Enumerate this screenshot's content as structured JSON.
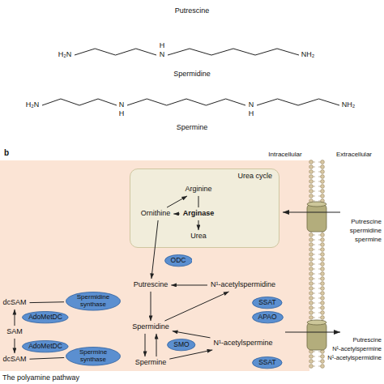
{
  "diagram": {
    "caption": "The polyamine pathway",
    "nodes": [
      {
        "text": [
          "Urea cycle"
        ]
      },
      {
        "text": [
          "Arginine"
        ],
        "in": 0
      },
      {
        "text": [
          "Ornithine"
        ],
        "in": 0
      },
      {
        "text": [
          "Arginase"
        ],
        "in": 0
      },
      {
        "text": [
          "Urea"
        ],
        "in": 0
      },
      {
        "text": [
          "ODC"
        ]
      },
      {
        "text": [
          "Putrescine"
        ]
      },
      {
        "text": [
          "N¹-acetylspermidine"
        ]
      },
      {
        "text": [
          "dcSAM"
        ]
      },
      {
        "text": [
          "Spermidine synthase"
        ]
      },
      {
        "text": [
          "SSAT"
        ]
      },
      {
        "text": [
          "APAO"
        ]
      },
      {
        "text": [
          "AdoMetDC"
        ]
      },
      {
        "text": [
          "SAM"
        ]
      },
      {
        "text": [
          "Spermidine"
        ]
      },
      {
        "text": [
          "AdoMetDC"
        ]
      },
      {
        "text": [
          "SMO"
        ]
      },
      {
        "text": [
          "N¹-acetylspermine"
        ]
      },
      {
        "text": [
          "dcSAM"
        ]
      },
      {
        "text": [
          "Spermine synthase"
        ]
      },
      {
        "text": [
          "Spermine"
        ]
      },
      {
        "text": [
          "SSAT"
        ]
      }
    ],
    "edges": [
      {
        "from": 2,
        "to": 1,
        "arrow": "to"
      },
      {
        "from": 1,
        "to": 3,
        "arrow": "none"
      },
      {
        "from": 3,
        "to": 4,
        "arrow": "to"
      },
      {
        "from": 3,
        "to": 2,
        "arrow": "to"
      },
      {
        "from": 2,
        "to": 6,
        "arrow": "to"
      },
      {
        "from": 6,
        "to": 14,
        "arrow": "to"
      },
      {
        "from": 14,
        "to": 20,
        "arrow": "to"
      },
      {
        "from": 20,
        "to": 14,
        "arrow": "to"
      },
      {
        "from": 14,
        "to": 7,
        "arrow": "to"
      },
      {
        "from": 7,
        "to": 6,
        "arrow": "to"
      },
      {
        "from": 20,
        "to": 17,
        "arrow": "to"
      },
      {
        "from": 17,
        "to": 14,
        "arrow": "to"
      },
      {
        "from": 13,
        "to": 8,
        "arrow": "to"
      },
      {
        "from": 13,
        "to": 18,
        "arrow": "to"
      },
      {
        "from": 8,
        "to": 9,
        "arrow": "none"
      },
      {
        "from": 18,
        "to": 19,
        "arrow": "none"
      }
    ],
    "labels": [
      "Putrescine",
      "H₂N",
      "H",
      "N",
      "NH₂",
      "Spermidine",
      "H₂N",
      "N",
      "H",
      "N",
      "H",
      "NH₂",
      "Spermine",
      "b",
      "Intracellular",
      "Extracellular",
      "Putrescine",
      "spermidine",
      "spermine",
      "Putrescine",
      "N¹-acetylspermine",
      "N¹-acetylspermidine"
    ]
  }
}
